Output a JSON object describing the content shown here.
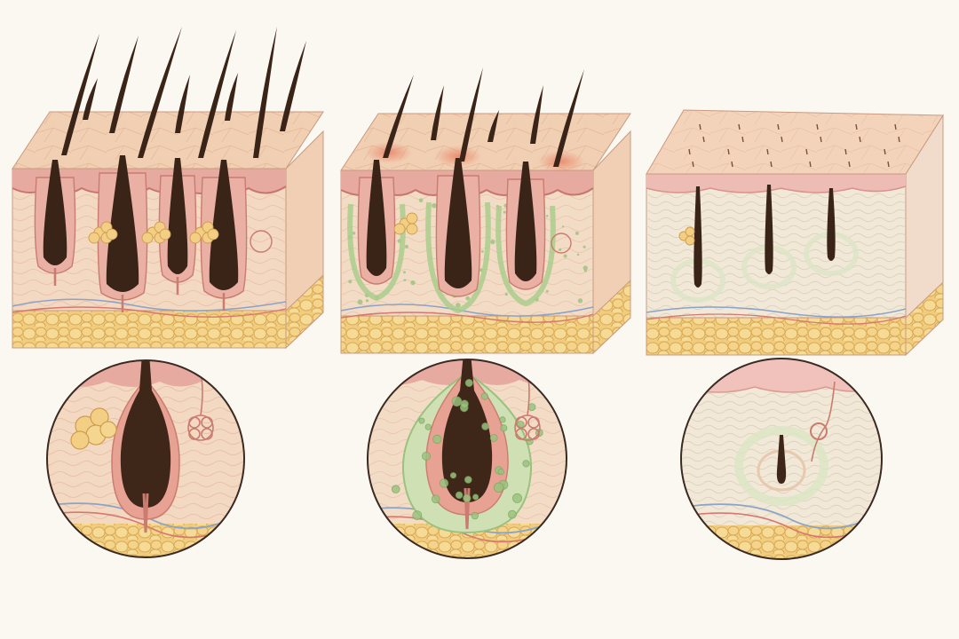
{
  "panels": [
    {
      "stage": "healthy",
      "hair_count": 8,
      "inflammation": false,
      "fibrosis": false
    },
    {
      "stage": "inflamed",
      "hair_count": 6,
      "inflammation": true,
      "fibrosis": false
    },
    {
      "stage": "scarred",
      "hair_count": 0,
      "inflammation": false,
      "fibrosis": true
    }
  ],
  "colors": {
    "background": "#fbf8f2",
    "skin_surface": "#f1cfb2",
    "epidermis": "#e3a19a",
    "dermis": "#f3d8c2",
    "dermis_scarred": "#f2e8d8",
    "fat": "#f0cc7e",
    "hair": "#3a2418",
    "inflammation": "#e8795f",
    "green_infiltrate": "#9ac27e",
    "vessel_blue": "#8aa3c6",
    "vessel_red": "#d6786e",
    "gland": "#f3cf86"
  }
}
